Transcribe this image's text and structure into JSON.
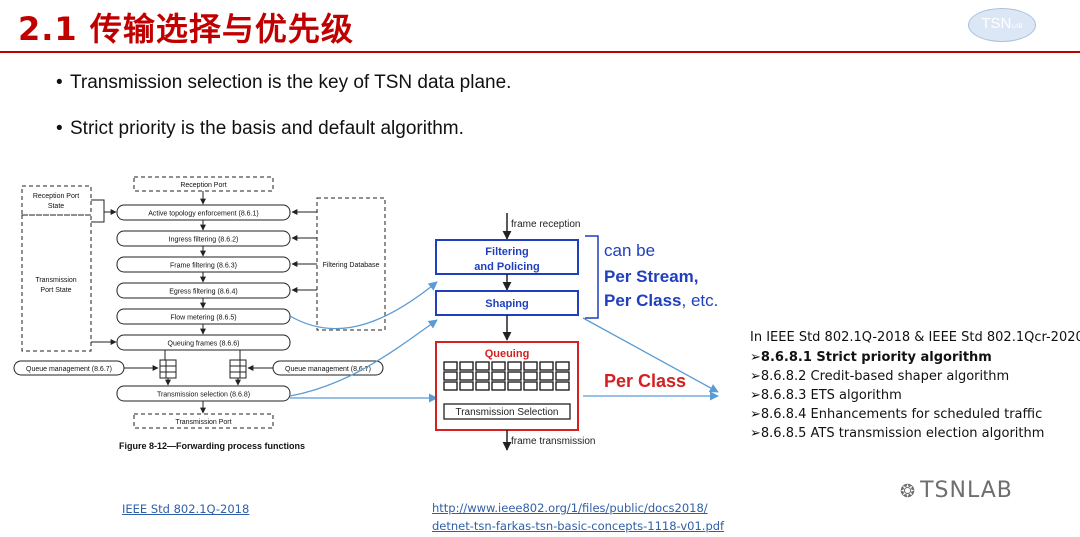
{
  "slide": {
    "title": "2.1 传输选择与优先级",
    "logo": {
      "main": "TSN",
      "sub": "LAB"
    },
    "bullets": [
      "Transmission selection is the key of TSN data plane.",
      "Strict priority is the basis and default algorithm."
    ]
  },
  "left_diagram": {
    "boxes": {
      "reception_port": "Reception Port",
      "reception_port_state_1": "Reception Port",
      "reception_port_state_2": "State",
      "transmission_port_state_1": "Transmission",
      "transmission_port_state_2": "Port State",
      "active_topology": "Active topology enforcement (8.6.1)",
      "ingress_filtering": "Ingress filtering (8.6.2)",
      "frame_filtering": "Frame filtering (8.6.3)",
      "egress_filtering": "Egress filtering (8.6.4)",
      "flow_metering": "Flow metering (8.6.5)",
      "queuing_frames": "Queuing frames (8.6.6)",
      "filtering_database": "Filtering Database",
      "queue_management_left": "Queue management (8.6.7)",
      "queue_management_right": "Queue management (8.6.7)",
      "transmission_selection": "Transmission selection (8.6.8)",
      "transmission_port": "Transmission Port"
    },
    "caption": "Figure 8-12—Forwarding process functions"
  },
  "right_diagram": {
    "frame_reception": "frame reception",
    "filtering_policing_1": "Filtering",
    "filtering_policing_2": "and Policing",
    "shaping": "Shaping",
    "queuing": "Queuing",
    "transmission_selection": "Transmission Selection",
    "frame_transmission": "frame transmission",
    "can_be": "can be",
    "per_stream": "Per Stream,",
    "per_class": "Per Class",
    "etc": ", etc.",
    "per_class_red": "Per Class"
  },
  "standards": {
    "heading": "In IEEE Std 802.1Q-2018 & IEEE Std 802.1Qcr-2020",
    "items": [
      "➢8.6.8.1 Strict priority algorithm",
      "➢8.6.8.2 Credit-based shaper algorithm",
      "➢8.6.8.3 ETS algorithm",
      "➢8.6.8.4 Enhancements for scheduled traffic",
      "➢8.6.8.5 ATS transmission election algorithm"
    ]
  },
  "links": {
    "ieee_std": "IEEE Std 802.1Q-2018",
    "url_line1": "http://www.ieee802.org/1/files/public/docs2018/",
    "url_line2": "detnet-tsn-farkas-tsn-basic-concepts-1118-v01.pdf"
  },
  "watermark": "TSNLAB",
  "colors": {
    "title_red": "#c00000",
    "diagram_blue": "#1f3fbf",
    "queue_red": "#d42020",
    "arrow_blue": "#5b9bd5",
    "link_blue": "#2f5fa8"
  }
}
